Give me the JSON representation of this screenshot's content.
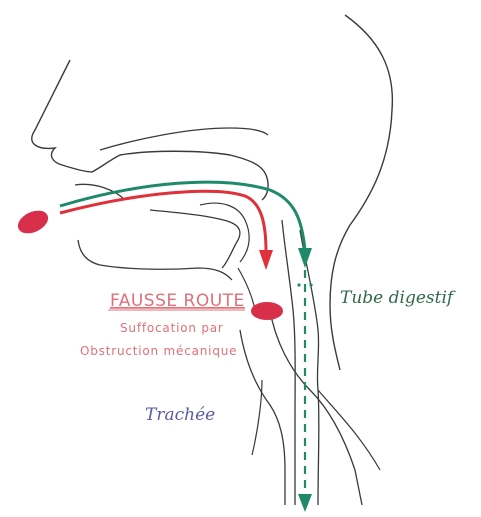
{
  "labels": {
    "fausse_route": "FAUSSE ROUTE",
    "suffocation_line1": "Suffocation par",
    "suffocation_line2": "Obstruction mécanique",
    "tube_digestif": "Tube digestif",
    "trachee": "Trachée"
  },
  "colors": {
    "outline": "#3a3a3a",
    "red_path": "#e0303a",
    "green_path": "#1f8a6a",
    "bolus": "#d8304a",
    "text_red": "#e0707a",
    "text_green": "#2f6a4a",
    "text_blue": "#5a5aa0"
  }
}
